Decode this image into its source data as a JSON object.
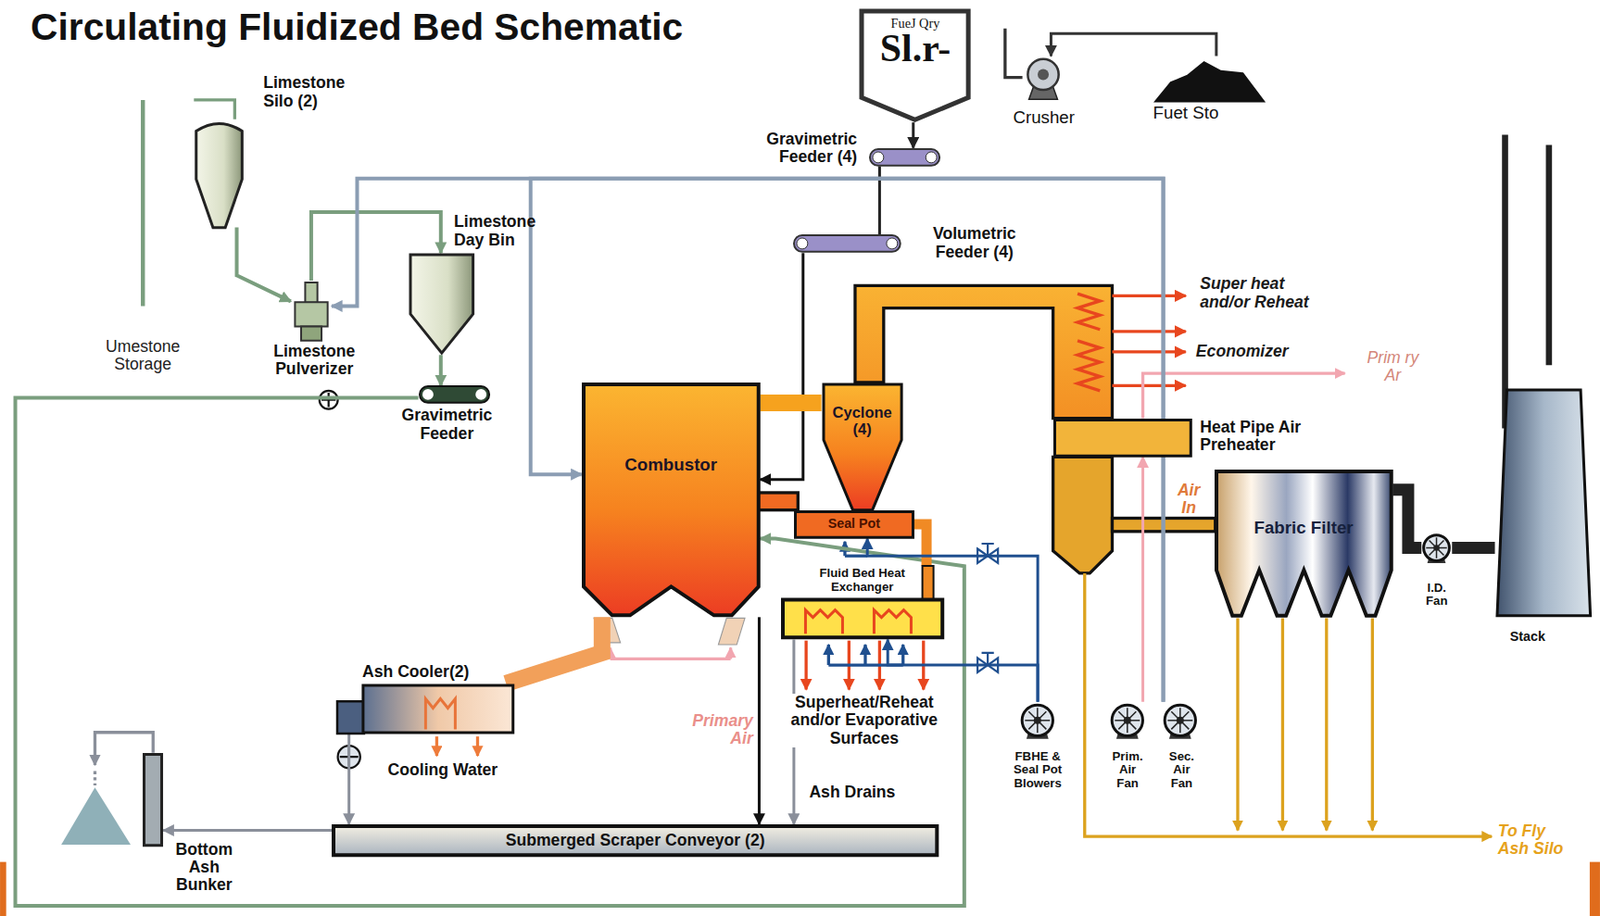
{
  "diagram": {
    "title": "Circulating Fluidized Bed Schematic",
    "nodes": [
      {
        "text": [
          "FueJ Qry",
          "Sl.r-"
        ]
      },
      {
        "text": [
          "Crusher"
        ]
      },
      {
        "text": [
          "Fuet Sto"
        ]
      },
      {
        "text": [
          "Limestone Silo (2)"
        ]
      },
      {
        "text": [
          "Limestone Pulverizer"
        ]
      },
      {
        "text": [
          "Limestone Day Bin"
        ]
      },
      {
        "text": [
          "Gravimetric Feeder"
        ]
      },
      {
        "text": [
          "Gravimetric Feeder (4)"
        ]
      },
      {
        "text": [
          "Volumetric Feeder (4)"
        ]
      },
      {
        "text": [
          "Combustor"
        ]
      },
      {
        "text": [
          "Cyclone (4)"
        ]
      },
      {
        "text": [
          "Seal Pot"
        ]
      },
      {
        "text": [
          "Fluid Bed Heat Exchanger"
        ]
      },
      {
        "text": [
          "Heat Pipe Air Preheater"
        ]
      },
      {
        "text": [
          "Fabric Filter"
        ]
      },
      {
        "text": [
          "I.D. Fan"
        ]
      },
      {
        "text": [
          "Stack"
        ]
      },
      {
        "text": [
          "Ash Cooler(2)"
        ]
      },
      {
        "text": [
          "Submerged Scraper Conveyor (2)"
        ]
      },
      {
        "text": [
          "Bottom Ash Bunker"
        ]
      },
      {
        "text": [
          "FBHE & Seal Pot Blowers"
        ]
      },
      {
        "text": [
          "Prim. Air Fan"
        ]
      },
      {
        "text": [
          "Sec. Air Fan"
        ]
      }
    ],
    "edges": [
      {
        "from": 2,
        "to": 1,
        "arrow": "to"
      },
      {
        "from": 0,
        "to": 7,
        "arrow": "to"
      },
      {
        "from": 7,
        "to": 8,
        "arrow": "none"
      },
      {
        "from": 8,
        "to": 9,
        "arrow": "to"
      },
      {
        "from": 3,
        "to": 4,
        "arrow": "to"
      },
      {
        "from": 4,
        "to": 5,
        "arrow": "to"
      },
      {
        "from": 5,
        "to": 6,
        "arrow": "to"
      },
      {
        "from": 6,
        "to": 9,
        "arrow": "to"
      },
      {
        "from": 9,
        "to": 10,
        "arrow": "none"
      },
      {
        "from": 11,
        "to": 12,
        "arrow": "none"
      },
      {
        "from": 9,
        "to": 17,
        "arrow": "none"
      },
      {
        "from": 17,
        "to": 18,
        "arrow": "to"
      },
      {
        "from": 18,
        "to": 19,
        "arrow": "to"
      },
      {
        "from": 9,
        "to": 18,
        "arrow": "to"
      },
      {
        "from": 12,
        "to": 18,
        "arrow": "to"
      },
      {
        "from": 14,
        "to": 15,
        "arrow": "none"
      },
      {
        "from": 15,
        "to": 16,
        "arrow": "none"
      },
      {
        "from": 20,
        "to": 11,
        "arrow": "to"
      },
      {
        "from": 20,
        "to": 12,
        "arrow": "to"
      },
      {
        "from": 21,
        "to": 13,
        "arrow": "to"
      },
      {
        "from": 22,
        "to": 9,
        "arrow": "to"
      },
      {
        "from": 22,
        "to": 4,
        "arrow": "to"
      }
    ],
    "labels": [
      "Umestone Storage",
      "Super heat and/or Reheat",
      "Economizer",
      "Prim ry Ar",
      "Air In",
      "Primary Air",
      "Cooling Water",
      "Superheat/Reheat and/or Evaporative Surfaces",
      "Ash Drains",
      "To Fly Ash Silo"
    ]
  }
}
